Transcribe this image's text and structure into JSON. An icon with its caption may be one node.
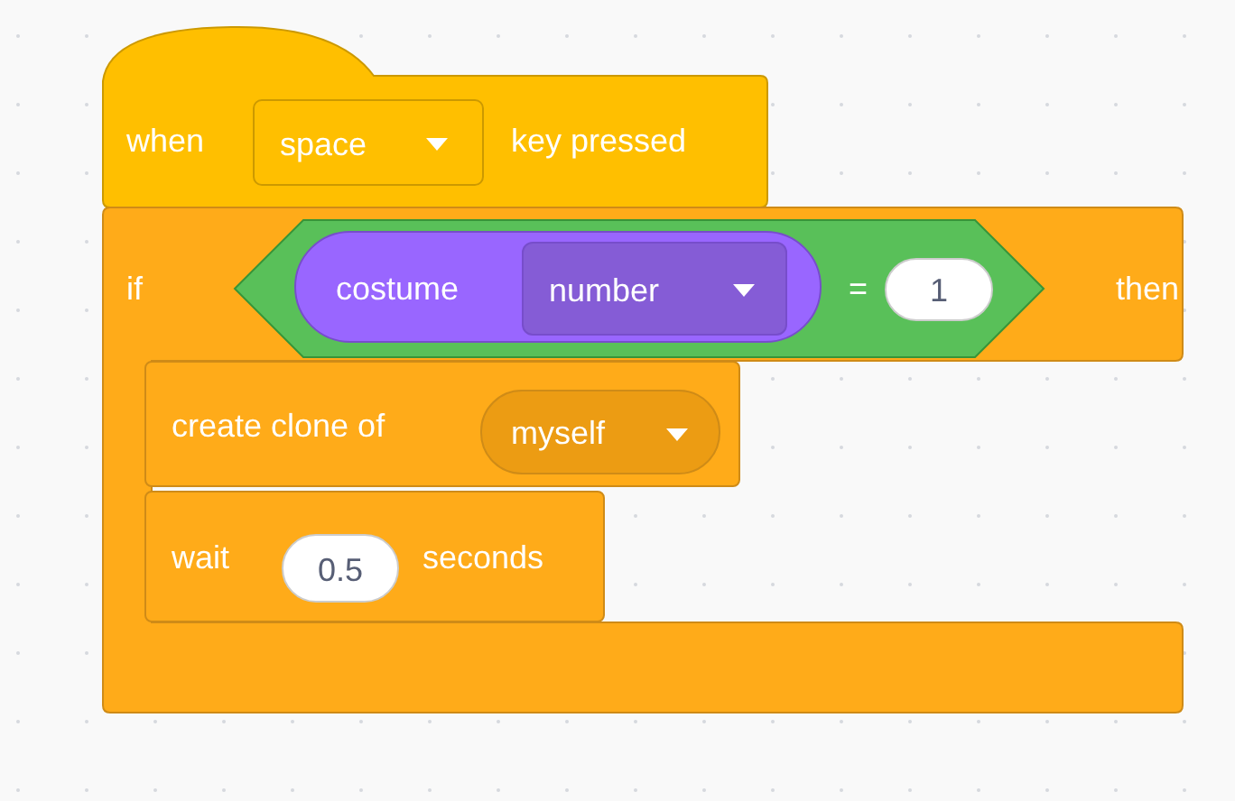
{
  "diagram": {
    "nodes": [
      {
        "text": [
          "when",
          "key pressed"
        ]
      },
      {
        "text": [
          "space"
        ],
        "in": 0
      },
      {
        "text": [
          "if",
          "then"
        ]
      },
      {
        "text": [
          "="
        ],
        "in": 2
      },
      {
        "text": [
          "costume"
        ],
        "in": 3
      },
      {
        "text": [
          "number"
        ],
        "in": 4
      },
      {
        "text": [
          "1"
        ],
        "in": 3
      },
      {
        "text": [
          "create clone of"
        ],
        "in": 2
      },
      {
        "text": [
          "myself"
        ],
        "in": 7
      },
      {
        "text": [
          "wait",
          "seconds"
        ],
        "in": 2
      },
      {
        "text": [
          "0.5"
        ],
        "in": 9
      }
    ]
  }
}
